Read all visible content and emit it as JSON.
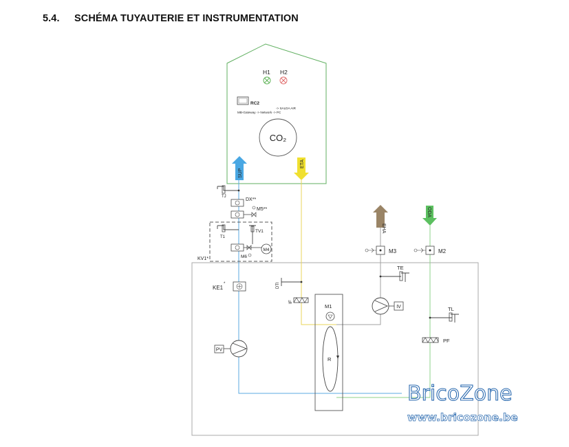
{
  "header": {
    "section_number": "5.4.",
    "section_title": "SCHÉMA TUYAUTERIE ET INSTRUMENTATION"
  },
  "room": {
    "lamps": [
      "H1",
      "H2"
    ],
    "controller": "RC2",
    "gateway_line1": "-> SALDA AIR",
    "gateway_line2": "MB-Gateway -> Network -> PC",
    "sensor": "CO₂"
  },
  "flows": {
    "supply": "SUP",
    "extract": "ETA",
    "exhaust": "EHA",
    "outdoor": "ODA"
  },
  "components": {
    "tj": "TJ",
    "dx": "DX**",
    "m5": "M5**",
    "t1": "T1",
    "tv1": "TV1",
    "m4": "M4",
    "m6": "M6",
    "kv1": "KV1*",
    "ke1": "KE1",
    "ke1_mark": "*",
    "pv": "PV",
    "dti": "DTI",
    "if_filter": "IF",
    "m1": "M1",
    "rotor": "R",
    "m3": "M3",
    "te": "TE",
    "iv": "IV",
    "m2": "M2",
    "tl": "TL",
    "pf": "PF"
  },
  "watermark": {
    "brand": "BricoZone",
    "url": "www.bricozone.be"
  },
  "colors": {
    "supply_line": "#5aa8e0",
    "extract_line": "#ead45a",
    "outdoor_line": "#8ed08a",
    "exhaust_arrow": "#9a8466",
    "room_outline": "#5faf5f",
    "watermark": "#2c6bb0"
  }
}
